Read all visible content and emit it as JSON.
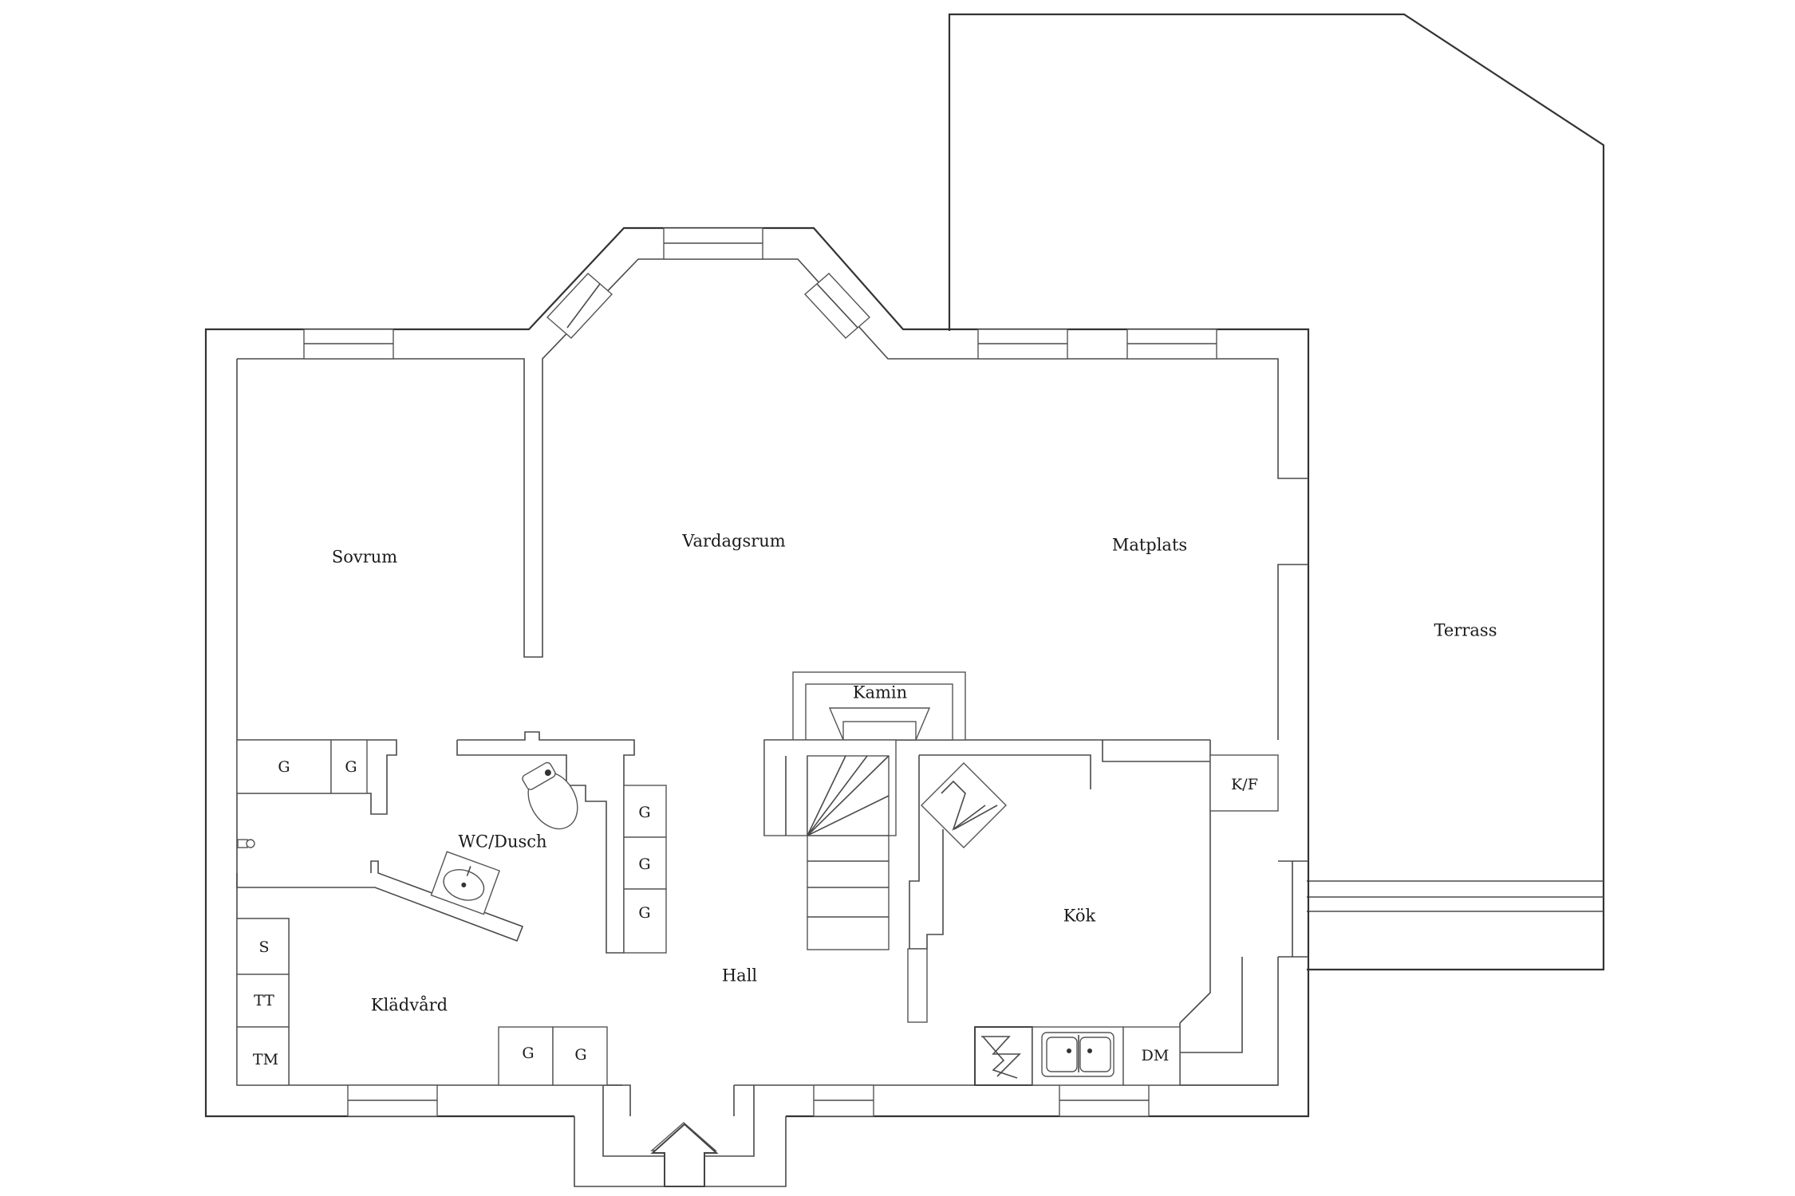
{
  "rooms": {
    "sovrum": "Sovrum",
    "vardagsrum": "Vardagsrum",
    "matplats": "Matplats",
    "terrass": "Terrass",
    "kamin": "Kamin",
    "wc_dusch": "WC/Dusch",
    "kok": "Kök",
    "hall": "Hall",
    "kladvard": "Klädvård"
  },
  "fixtures": {
    "g": "G",
    "kf": "K/F",
    "dm": "DM",
    "s": "S",
    "tt": "TT",
    "tm": "TM"
  }
}
